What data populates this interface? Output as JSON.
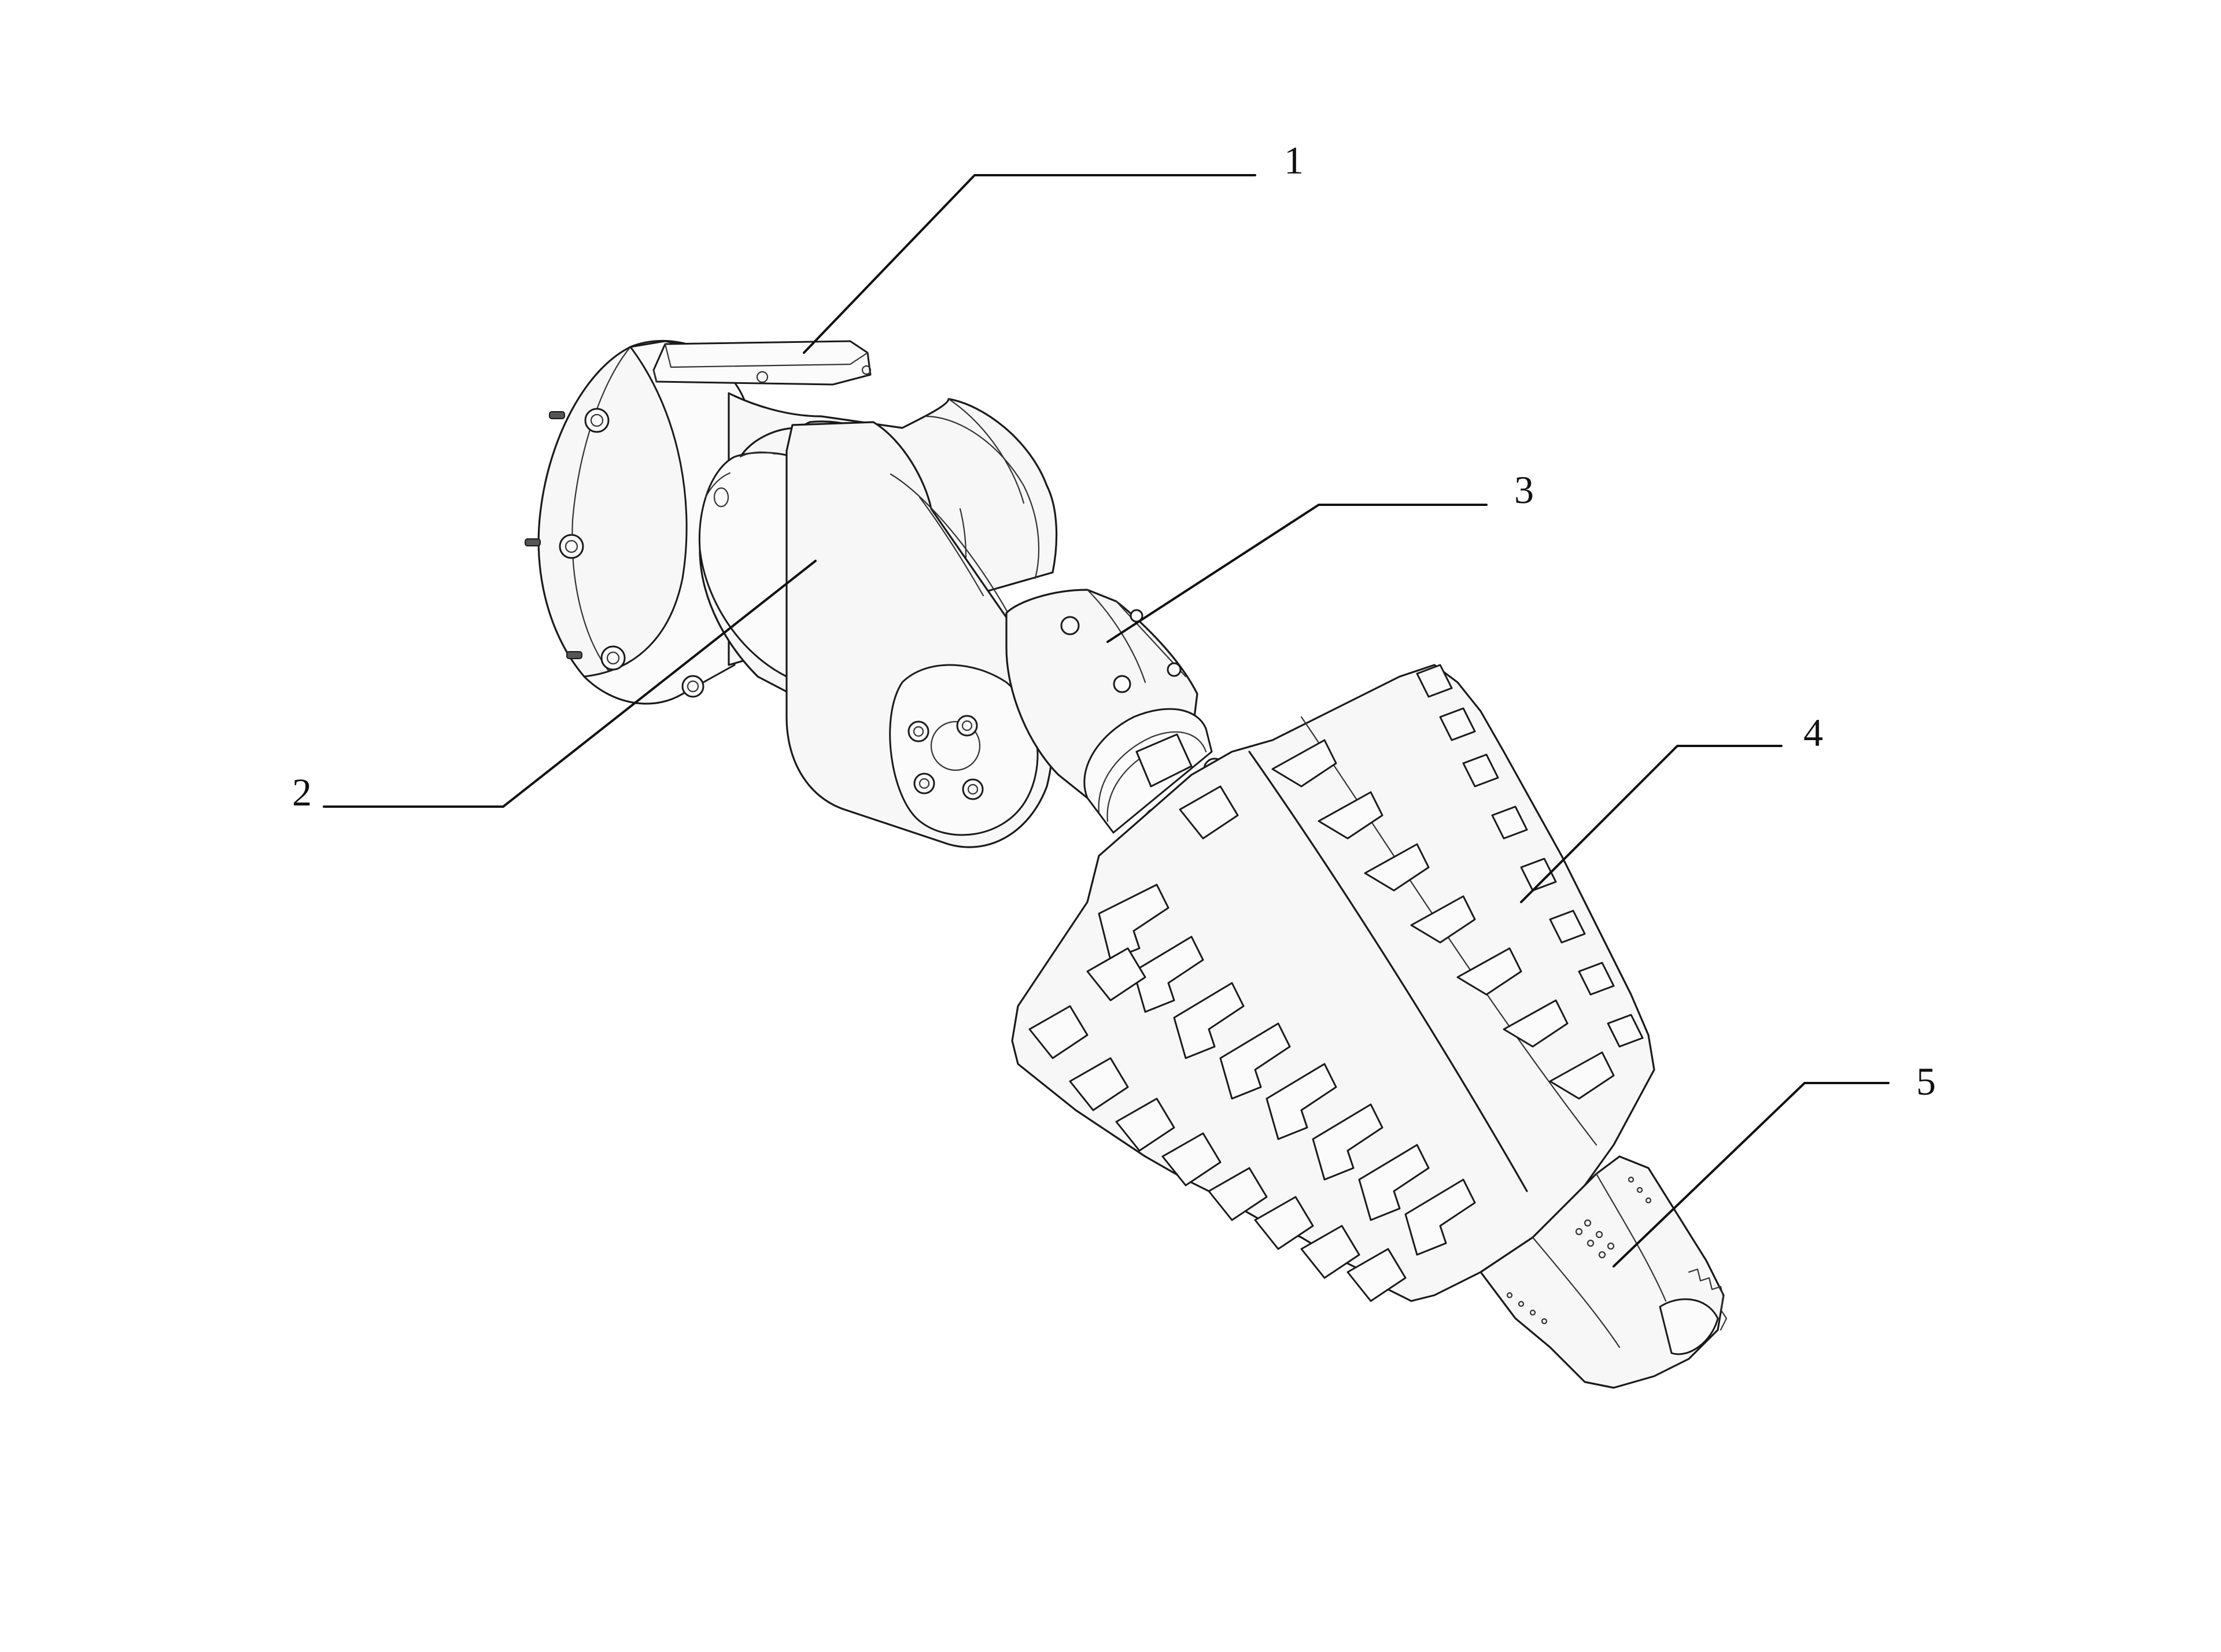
{
  "callouts": [
    {
      "id": "1",
      "label": "1"
    },
    {
      "id": "2",
      "label": "2"
    },
    {
      "id": "3",
      "label": "3"
    },
    {
      "id": "4",
      "label": "4"
    },
    {
      "id": "5",
      "label": "5"
    }
  ],
  "colors": {
    "line": "#1a1a1a",
    "fill": "#f7f7f7",
    "background": "#ffffff"
  }
}
